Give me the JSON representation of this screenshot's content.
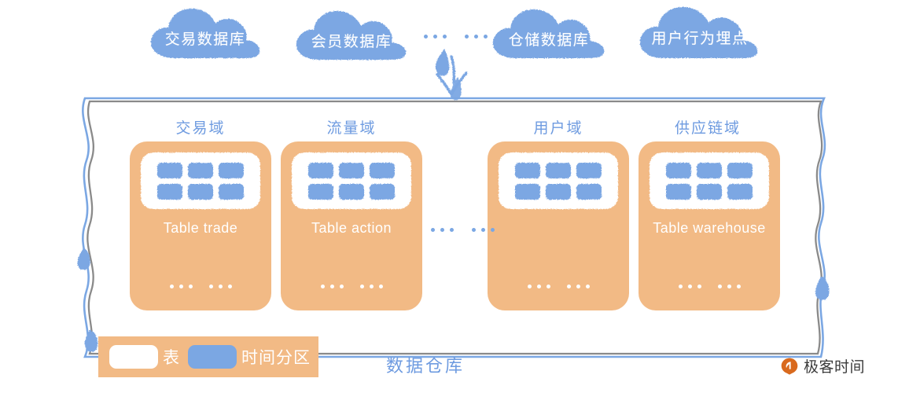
{
  "diagram": {
    "title": "数据仓库",
    "colors": {
      "blue": "#7BA7E3",
      "orange": "#F2BA85",
      "label_blue": "#6E9BE0",
      "white": "#FFFFFF",
      "brand_orange": "#D96A1E"
    },
    "sources": {
      "section_name": "data-sources",
      "clouds": [
        {
          "label": "交易数据库",
          "icon": "cloud-icon"
        },
        {
          "label": "会员数据库",
          "icon": "cloud-icon"
        },
        {
          "label": "仓储数据库",
          "icon": "cloud-icon"
        },
        {
          "label": "用户行为埋点",
          "icon": "cloud-icon"
        }
      ],
      "ellipsis_between": "· · · · · ·",
      "flow_arrow": {
        "icon": "down-arrow-icon",
        "direction": "down"
      }
    },
    "warehouse": {
      "container_name": "data-warehouse-container",
      "caption": "数据仓库",
      "inter_card_ellipsis": "· · · · · ·",
      "domains": [
        {
          "domain_label": "交易域",
          "table_label": "Table trade",
          "grid_cells": 6,
          "bottom_ellipsis": "· · · · · ·"
        },
        {
          "domain_label": "流量域",
          "table_label": "Table action",
          "grid_cells": 6,
          "bottom_ellipsis": "· · · · · ·"
        },
        {
          "domain_label": "用户域",
          "table_label": "",
          "grid_cells": 6,
          "bottom_ellipsis": "· · · · · ·"
        },
        {
          "domain_label": "供应链域",
          "table_label": "Table warehouse",
          "grid_cells": 6,
          "bottom_ellipsis": "· · · · · ·"
        }
      ]
    },
    "legend": {
      "section_name": "legend",
      "items": [
        {
          "swatch": "white",
          "label": "表"
        },
        {
          "swatch": "blue",
          "label": "时间分区"
        }
      ]
    },
    "brand": {
      "logo_icon": "geektime-logo-icon",
      "name": "极客时间"
    }
  }
}
